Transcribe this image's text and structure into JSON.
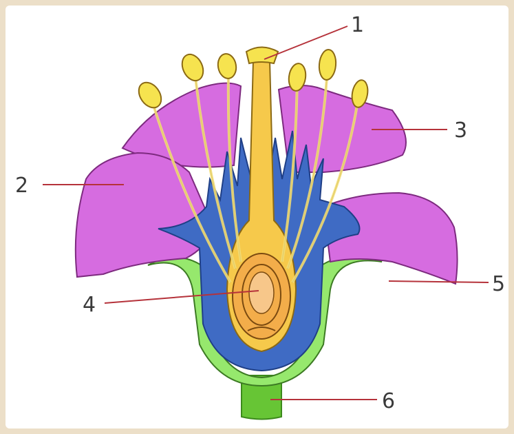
{
  "diagram": {
    "labels": [
      {
        "id": "1",
        "text": "1"
      },
      {
        "id": "2",
        "text": "2"
      },
      {
        "id": "3",
        "text": "3"
      },
      {
        "id": "4",
        "text": "4"
      },
      {
        "id": "5",
        "text": "5"
      },
      {
        "id": "6",
        "text": "6"
      }
    ],
    "colors": {
      "background": "#ffffff",
      "frame": "#ecdfc8",
      "petal": "#d66ce0",
      "petal_outline": "#7d2a7f",
      "sepal": "#3f6bc4",
      "receptacle_green": "#96e86d",
      "pistil": "#f6c94b",
      "ovary": "#f3ad4a",
      "stamen": "#f4e07a",
      "anther": "#f6e34f",
      "stem": "#67c535",
      "leader_line": "#b5323a"
    }
  }
}
